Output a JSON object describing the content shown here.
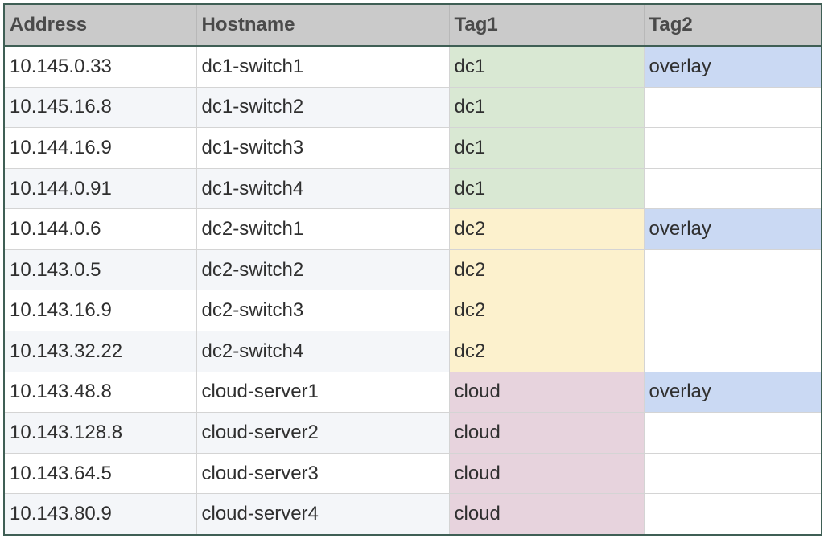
{
  "table": {
    "headers": [
      "Address",
      "Hostname",
      "Tag1",
      "Tag2"
    ],
    "rows": [
      {
        "address": "10.145.0.33",
        "hostname": "dc1-switch1",
        "tag1": "dc1",
        "tag2": "overlay"
      },
      {
        "address": "10.145.16.8",
        "hostname": "dc1-switch2",
        "tag1": "dc1",
        "tag2": ""
      },
      {
        "address": "10.144.16.9",
        "hostname": "dc1-switch3",
        "tag1": "dc1",
        "tag2": ""
      },
      {
        "address": "10.144.0.91",
        "hostname": "dc1-switch4",
        "tag1": "dc1",
        "tag2": ""
      },
      {
        "address": "10.144.0.6",
        "hostname": "dc2-switch1",
        "tag1": "dc2",
        "tag2": "overlay"
      },
      {
        "address": "10.143.0.5",
        "hostname": "dc2-switch2",
        "tag1": "dc2",
        "tag2": ""
      },
      {
        "address": "10.143.16.9",
        "hostname": "dc2-switch3",
        "tag1": "dc2",
        "tag2": ""
      },
      {
        "address": "10.143.32.22",
        "hostname": "dc2-switch4",
        "tag1": "dc2",
        "tag2": ""
      },
      {
        "address": "10.143.48.8",
        "hostname": "cloud-server1",
        "tag1": "cloud",
        "tag2": "overlay"
      },
      {
        "address": "10.143.128.8",
        "hostname": "cloud-server2",
        "tag1": "cloud",
        "tag2": ""
      },
      {
        "address": "10.143.64.5",
        "hostname": "cloud-server3",
        "tag1": "cloud",
        "tag2": ""
      },
      {
        "address": "10.143.80.9",
        "hostname": "cloud-server4",
        "tag1": "cloud",
        "tag2": ""
      }
    ]
  },
  "tag_colors": {
    "dc1": "#d9e8d3",
    "dc2": "#fcf1cd",
    "cloud": "#e7d3dd",
    "overlay": "#cad9f3"
  }
}
